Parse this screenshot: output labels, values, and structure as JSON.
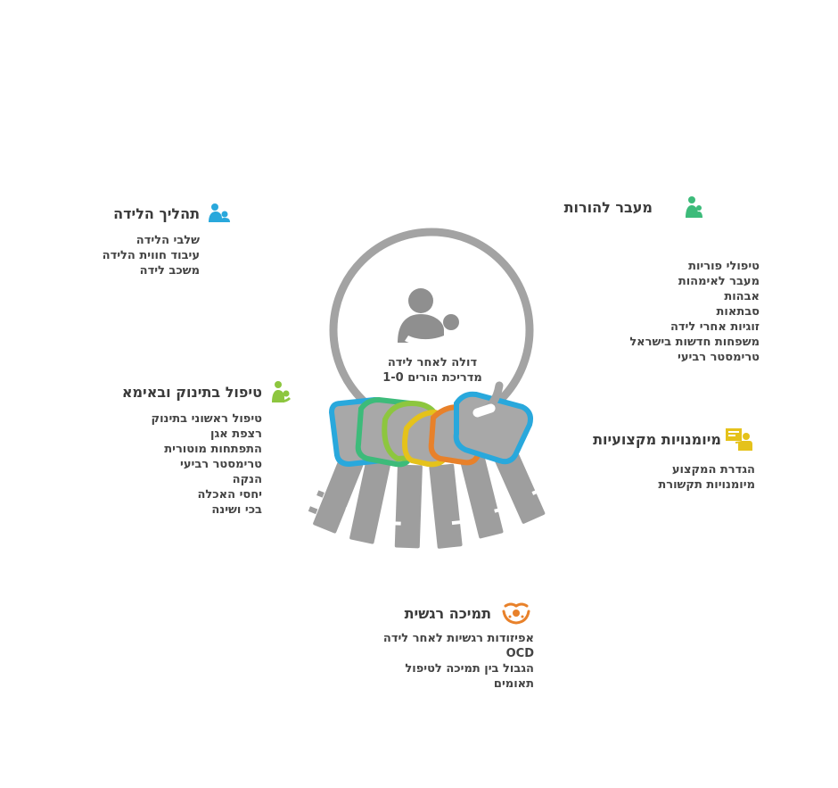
{
  "center": {
    "line1": "דולה לאחר לידה",
    "line2": "מדריכת הורים 1-0",
    "icon": "mother-baby-icon"
  },
  "sections": {
    "birth": {
      "title": "תהליך הלידה",
      "icon": "mother-baby-icon",
      "color": "#29a8dc",
      "items": [
        "שלבי הלידה",
        "עיבוד חווית הלידה",
        "משכב לידה"
      ]
    },
    "parenthood": {
      "title": "מעבר להורות",
      "icon": "parent-child-icon",
      "color": "#3dbb7a",
      "items": [
        "טיפולי פוריות",
        "מעבר לאימהות",
        "אבהות",
        "סבתאות",
        "זוגיות אחרי לידה",
        "משפחות חדשות בישראל",
        "טרימסטר רביעי"
      ]
    },
    "care": {
      "title": "טיפול בתינוק ובאימא",
      "icon": "nursing-icon",
      "color": "#8dc63f",
      "items": [
        "טיפול ראשוני בתינוק",
        "רצפת אגן",
        "התפתחות מוטורית",
        "טרימסטר רביעי",
        "הנקה",
        "יחסי האכלה",
        "בכי ושינה"
      ]
    },
    "skills": {
      "title": "מיומנויות מקצועיות",
      "icon": "teacher-icon",
      "color": "#e5c21b",
      "items": [
        "הגדרת המקצוע",
        "מיומנויות תקשורת"
      ]
    },
    "emotional": {
      "title": "תמיכה רגשית",
      "icon": "caring-hands-icon",
      "color": "#e8812a",
      "items": [
        "אפיזודות רגשיות לאחר לידה",
        "OCD",
        "הגבול בין תמיכה לטיפול",
        "תאומים"
      ]
    }
  },
  "colors": {
    "gray": "#9e9e9e",
    "blue": "#29a8dc",
    "green": "#3dbb7a",
    "lime": "#8dc63f",
    "yellow": "#e5c21b",
    "orange": "#e8812a"
  }
}
